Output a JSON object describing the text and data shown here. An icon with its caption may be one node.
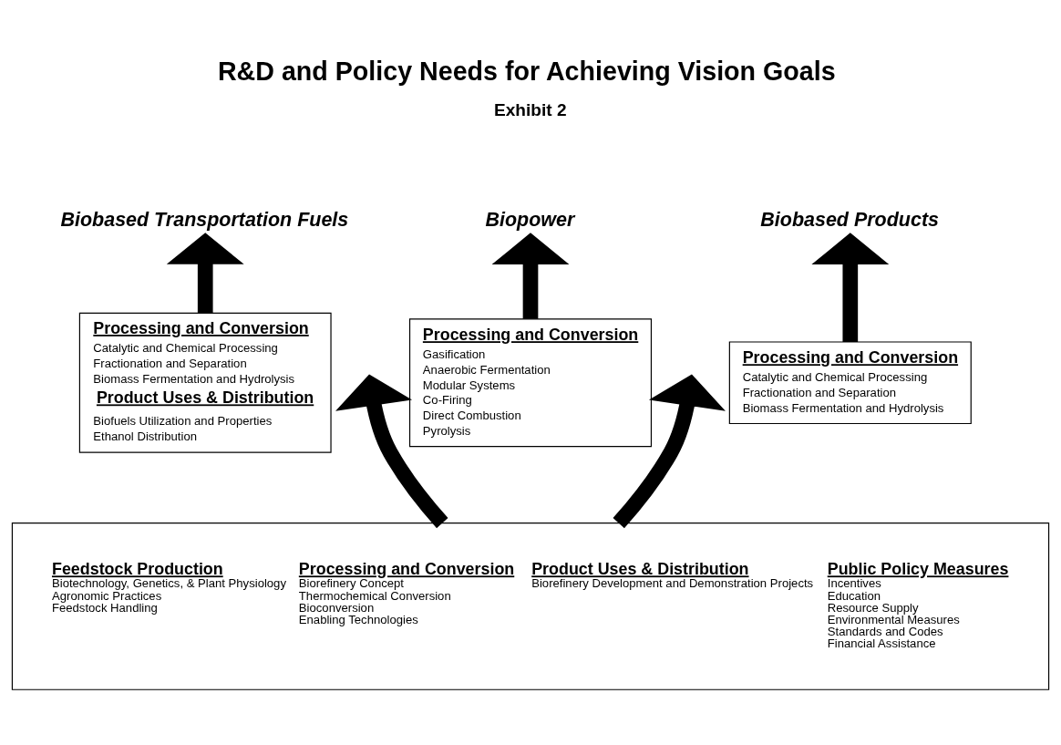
{
  "diagram": {
    "title": "R&D and Policy Needs for Achieving Vision Goals",
    "nodes": [
      {
        "text": [
          "Biobased Transportation Fuels"
        ]
      },
      {
        "text": [
          "Biopower"
        ]
      },
      {
        "text": [
          "Biobased Products"
        ]
      },
      {
        "text": [
          "Processing and Conversion",
          "Catalytic and Chemical Processing",
          "Fractionation and Separation",
          "Biomass Fermentation and Hydrolysis",
          "Product Uses & Distribution",
          "Biofuels Utilization and Properties",
          "Ethanol Distribution"
        ]
      },
      {
        "text": [
          "Processing and Conversion",
          "Gasification",
          "Anaerobic Fermentation",
          "Modular Systems",
          "Co-Firing",
          "Direct Combustion",
          "Pyrolysis"
        ]
      },
      {
        "text": [
          "Processing and Conversion",
          "Catalytic and Chemical Processing",
          "Fractionation and Separation",
          "Biomass Fermentation and Hydrolysis"
        ]
      },
      {
        "text": [
          "Feedstock Production",
          "Biotechnology, Genetics, & Plant Physiology",
          "Agronomic Practices",
          "Feedstock Handling",
          "Processing and Conversion",
          "Biorefinery Concept",
          "Thermochemical Conversion",
          "Bioconversion",
          "Enabling Technologies",
          "Product Uses & Distribution",
          "Biorefinery Development and Demonstration Projects",
          "Public Policy Measures",
          "Incentives",
          "Education",
          "Resource Supply",
          "Environmental Measures",
          "Standards and Codes",
          "Financial Assistance"
        ]
      }
    ],
    "edges": [
      {
        "from": 3,
        "to": 0,
        "arrow": "to"
      },
      {
        "from": 4,
        "to": 1,
        "arrow": "to"
      },
      {
        "from": 5,
        "to": 2,
        "arrow": "to"
      },
      {
        "from": 6,
        "to": null,
        "arrow": "to"
      },
      {
        "from": 6,
        "to": null,
        "arrow": "to"
      }
    ],
    "labels": [
      "Exhibit 2"
    ]
  }
}
